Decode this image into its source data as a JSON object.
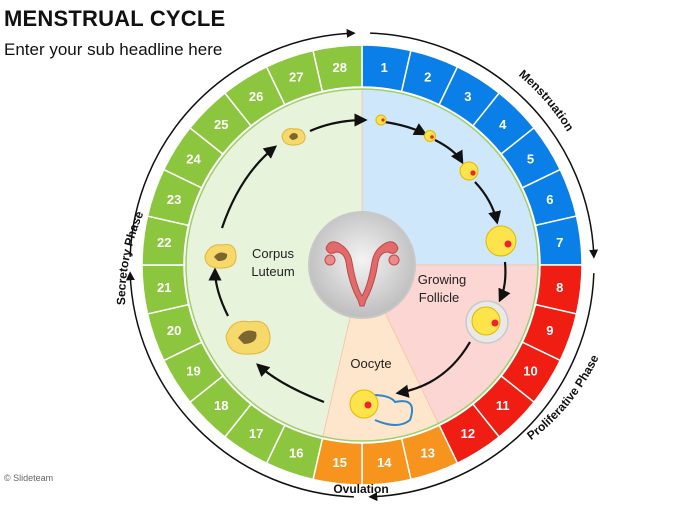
{
  "title": "MENSTRUAL CYCLE",
  "subtitle": "Enter your sub headline here",
  "watermark": "© Slideteam",
  "days": [
    "1",
    "2",
    "3",
    "4",
    "5",
    "6",
    "7",
    "8",
    "9",
    "10",
    "11",
    "12",
    "13",
    "14",
    "15",
    "16",
    "17",
    "18",
    "19",
    "20",
    "21",
    "22",
    "23",
    "24",
    "25",
    "26",
    "27",
    "28"
  ],
  "phases": {
    "menstruation": "Menstruation",
    "proliferative": "Proliferative Phase",
    "ovulation": "Ovulation",
    "secretory": "Secretory Phase"
  },
  "stages": {
    "corpus_luteum_line1": "Corpus",
    "corpus_luteum_line2": "Luteum",
    "growing_follicle_line1": "Growing",
    "growing_follicle_line2": "Follicle",
    "oocyte": "Oocyte"
  },
  "colors": {
    "menstruation": "#0b7fe8",
    "proliferative": "#ef1d12",
    "ovulation": "#f7941d",
    "secretory": "#8cc63e",
    "quad_blue": "#cfe7fb",
    "quad_pink": "#fbd6d2",
    "quad_orange": "#fde6cc",
    "quad_green": "#e8f3dc"
  },
  "icons": {
    "center": "uterus-icon",
    "egg": "egg-cell-icon",
    "corpus": "corpus-luteum-icon"
  }
}
